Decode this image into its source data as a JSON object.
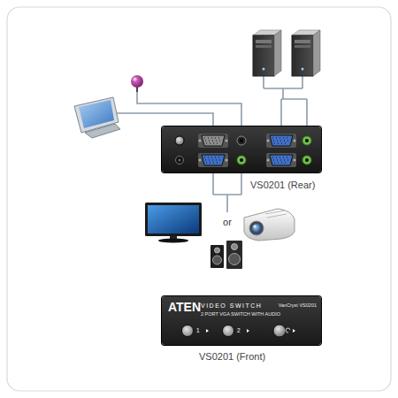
{
  "diagram": {
    "nodes": [
      {
        "text": [
          "VS0201 (Rear)"
        ]
      },
      {
        "text": [
          "ATEN",
          "VIDEO SWITCH",
          "2 PORT VGA SWITCH WITH AUDIO",
          "VanCryst VS0201",
          "VS0201 (Front)"
        ]
      },
      {
        "text": [
          "1"
        ],
        "in": 1
      },
      {
        "text": [
          "2"
        ],
        "in": 1
      }
    ],
    "labels": [
      "or"
    ]
  }
}
